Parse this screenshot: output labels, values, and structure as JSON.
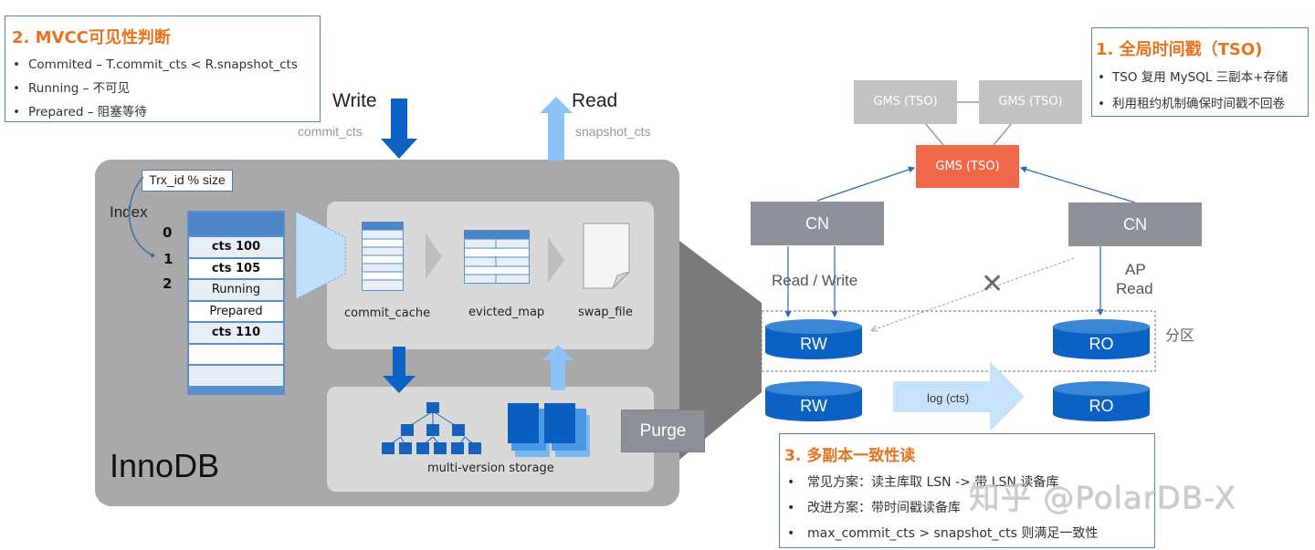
{
  "callouts": {
    "mvcc": {
      "title": "2. MVCC可见性判断",
      "items": [
        "Commited – T.commit_cts < R.snapshot_cts",
        "Running – 不可见",
        "Prepared – 阻塞等待"
      ]
    },
    "tso": {
      "title": "1. 全局时间戳（TSO)",
      "items": [
        "TSO 复用 MySQL 三副本+存储",
        "利用租约机制确保时间戳不回卷"
      ]
    },
    "consistent_read": {
      "title": "3. 多副本一致性读",
      "items": [
        "常见方案：读主库取 LSN -> 带 LSN 读备库",
        "改进方案：带时间戳读备库",
        "max_commit_cts > snapshot_cts 则满足一致性"
      ]
    }
  },
  "flow": {
    "write_label": "Write",
    "write_sub": "commit_cts",
    "read_label": "Read",
    "read_sub": "snapshot_cts"
  },
  "innodb": {
    "label": "InnoDB",
    "hash_label": "Trx_id % size",
    "index_label": "Index",
    "index_numbers": [
      "0",
      "1",
      "2"
    ],
    "table_rows": [
      {
        "text": "cts 100",
        "bold": true
      },
      {
        "text": "cts 105",
        "bold": true
      },
      {
        "text": "Running",
        "bold": false
      },
      {
        "text": "Prepared",
        "bold": false
      },
      {
        "text": "cts 110",
        "bold": true
      },
      {
        "text": "",
        "bold": false
      },
      {
        "text": "",
        "bold": false
      }
    ],
    "commit_cache_label": "commit_cache",
    "evicted_map_label": "evicted_map",
    "swap_file_label": "swap_file",
    "storage_label": "multi-version storage",
    "purge_label": "Purge"
  },
  "cluster": {
    "gms_label": "GMS (TSO)",
    "cn_label": "CN",
    "rw_label": "RW",
    "ro_label": "RO",
    "read_write_label": "Read / Write",
    "ap_read_label_1": "AP",
    "ap_read_label_2": "Read",
    "partition_label": "分区",
    "log_label": "log (cts)",
    "blocked_mark": "✕"
  },
  "colors": {
    "accent_orange": "#e8731f",
    "gms_leader": "#f0684a",
    "disk_blue": "#0b62c4",
    "arrow_dark": "#0a62c4",
    "arrow_light": "#8cc3f8"
  },
  "watermark": "知乎 @PolarDB-X"
}
